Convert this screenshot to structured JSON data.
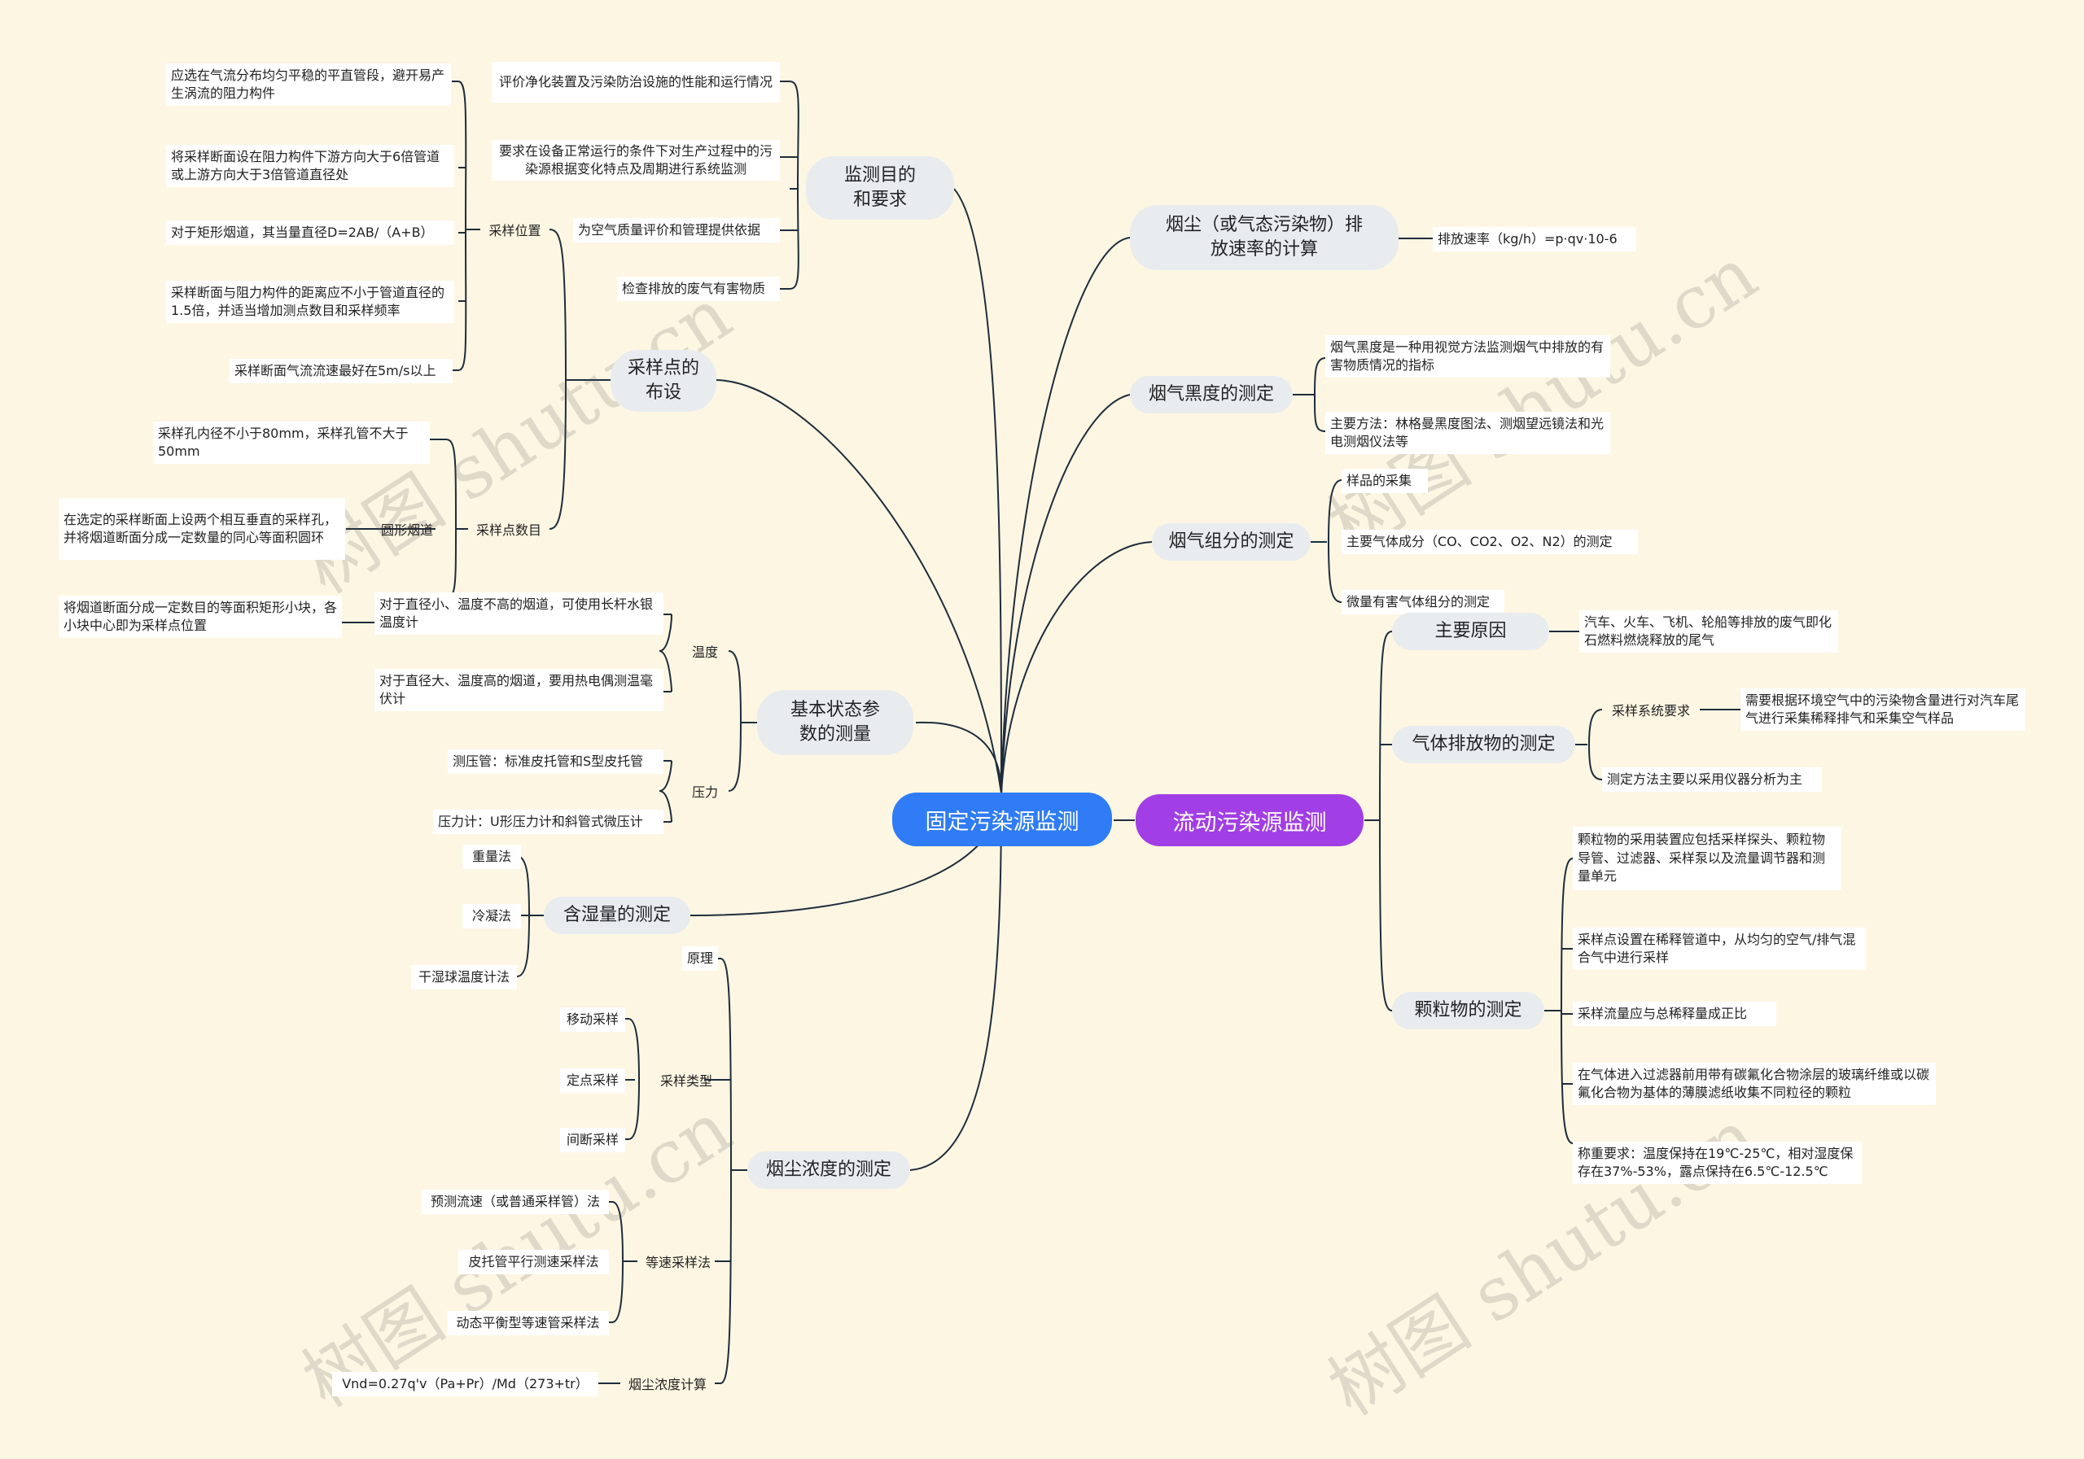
{
  "watermark": "树图 shutu.cn",
  "roots": {
    "fixed": "固定污染源监测",
    "mobile": "流动污染源监测"
  },
  "fixed": {
    "purpose": {
      "title": "监测目的\n和要求",
      "items": [
        "评价净化装置及污染防治设施的性能和运行情况",
        "要求在设备正常运行的条件下对生产过程中的污染源根据变化特点及周期进行系统监测",
        "为空气质量评价和管理提供依据",
        "检查排放的废气有害物质"
      ]
    },
    "sampling": {
      "title": "采样点的\n布设",
      "position": {
        "label": "采样位置",
        "items": [
          "应选在气流分布均匀平稳的平直管段，避开易产生涡流的阻力构件",
          "将采样断面设在阻力构件下游方向大于6倍管道或上游方向大于3倍管道直径处",
          "对于矩形烟道，其当量直径D=2AB/（A+B）",
          "采样断面与阻力构件的距离应不小于管道直径的1.5倍，并适当增加测点数目和采样频率",
          "采样断面气流流速最好在5m/s以上"
        ]
      },
      "count": {
        "label": "采样点数目",
        "hole": "采样孔内径不小于80mm，采样孔管不大于50mm",
        "round": {
          "label": "圆形烟道",
          "text": "在选定的采样断面上设两个相互垂直的采样孔，并将烟道断面分成一定数量的同心等面积圆环"
        },
        "rect": {
          "label": "对于直径小、温度不高的烟道，可使用长杆水银温度计",
          "text": "将烟道断面分成一定数目的等面积矩形小块，各小块中心即为采样点位置"
        }
      }
    },
    "basic": {
      "title": "基本状态参\n数的测量",
      "temperature": {
        "label": "温度",
        "items": [
          "对于直径小、温度不高的烟道，可使用长杆水银温度计",
          "对于直径大、温度高的烟道，要用热电偶测温毫伏计"
        ]
      },
      "pressure": {
        "label": "压力",
        "items": [
          "测压管：标准皮托管和S型皮托管",
          "压力计：U形压力计和斜管式微压计"
        ]
      }
    },
    "moisture": {
      "title": "含湿量的测定",
      "items": [
        "重量法",
        "冷凝法",
        "干湿球温度计法"
      ]
    },
    "dust": {
      "title": "烟尘浓度的测定",
      "principle": "原理",
      "type": {
        "label": "采样类型",
        "items": [
          "移动采样",
          "定点采样",
          "间断采样"
        ]
      },
      "iso": {
        "label": "等速采样法",
        "items": [
          "预测流速（或普通采样管）法",
          "皮托管平行测速采样法",
          "动态平衡型等速管采样法"
        ]
      },
      "calc": {
        "label": "烟尘浓度计算",
        "formula": "Vnd=0.27q'v（Pa+Pr）/Md（273+tr）"
      }
    }
  },
  "right": {
    "emission": {
      "title": "烟尘（或气态污染物）排\n放速率的计算",
      "formula": "排放速率（kg/h）=p·qv·10-6"
    },
    "blackness": {
      "title": "烟气黑度的测定",
      "items": [
        "烟气黑度是一种用视觉方法监测烟气中排放的有害物质情况的指标",
        "主要方法：林格曼黑度图法、测烟望远镜法和光电测烟仪法等"
      ]
    },
    "composition": {
      "title": "烟气组分的测定",
      "items": [
        "样品的采集",
        "主要气体成分（CO、CO2、O2、N2）的测定",
        "微量有害气体组分的测定"
      ]
    }
  },
  "mobile": {
    "cause": {
      "title": "主要原因",
      "text": "汽车、火车、飞机、轮船等排放的废气即化石燃料燃烧释放的尾气"
    },
    "gas": {
      "title": "气体排放物的测定",
      "req_label": "采样系统要求",
      "req_text": "需要根据环境空气中的污染物含量进行对汽车尾气进行采集稀释排气和采集空气样品",
      "method": "测定方法主要以采用仪器分析为主"
    },
    "particle": {
      "title": "颗粒物的测定",
      "items": [
        "颗粒物的采用装置应包括采样探头、颗粒物导管、过滤器、采样泵以及流量调节器和测量单元",
        "采样点设置在稀释管道中，从均匀的空气/排气混合气中进行采样",
        "采样流量应与总稀释量成正比",
        "在气体进入过滤器前用带有碳氟化合物涂层的玻璃纤维或以碳氟化合物为基体的薄膜滤纸收集不同粒径的颗粒",
        "称重要求：温度保持在19℃-25℃，相对湿度保存在37%-53%，露点保持在6.5℃-12.5℃"
      ]
    }
  },
  "colors": {
    "bg": "#fdf6e3",
    "blue_root": "#2f7cf6",
    "purple_root": "#a23ee5",
    "topic_bg": "#e8ecef",
    "edge": "#1e2d3d"
  }
}
